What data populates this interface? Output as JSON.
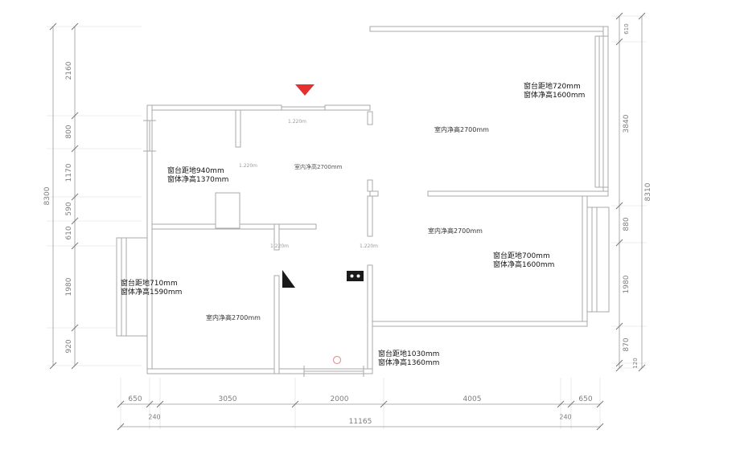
{
  "palette": {
    "wall_gray": "#a9a9a9",
    "dim_gray": "#7d7d7d",
    "accent_red": "#e53030",
    "drain_pink": "#e59a9a"
  },
  "annotations": {
    "window_top_right": {
      "l1": "窗台距地720mm",
      "l2": "窗体净高1600mm"
    },
    "window_left_upper": {
      "l1": "窗台距地940mm",
      "l2": "窗体净高1370mm"
    },
    "window_right": {
      "l1": "窗台距地700mm",
      "l2": "窗体净高1600mm"
    },
    "window_left_lower": {
      "l1": "窗台距地710mm",
      "l2": "窗体净高1590mm"
    },
    "window_bottom": {
      "l1": "窗台距地1030mm",
      "l2": "窗体净高1360mm"
    },
    "ceiling": "室内净高2700mm",
    "opening": "1.220m"
  },
  "dimensions": {
    "left": {
      "total": "8300",
      "chain": [
        "2160",
        "800",
        "1170",
        "590",
        "610",
        "1980",
        "920"
      ]
    },
    "right": {
      "total": "8310",
      "chain": [
        "610",
        "3840",
        "880",
        "1980",
        "870",
        "120"
      ]
    },
    "bottom": {
      "total": "11165",
      "chain": [
        "650",
        "3050",
        "2000",
        "4005",
        "650"
      ],
      "small": [
        "240",
        "240"
      ]
    }
  }
}
